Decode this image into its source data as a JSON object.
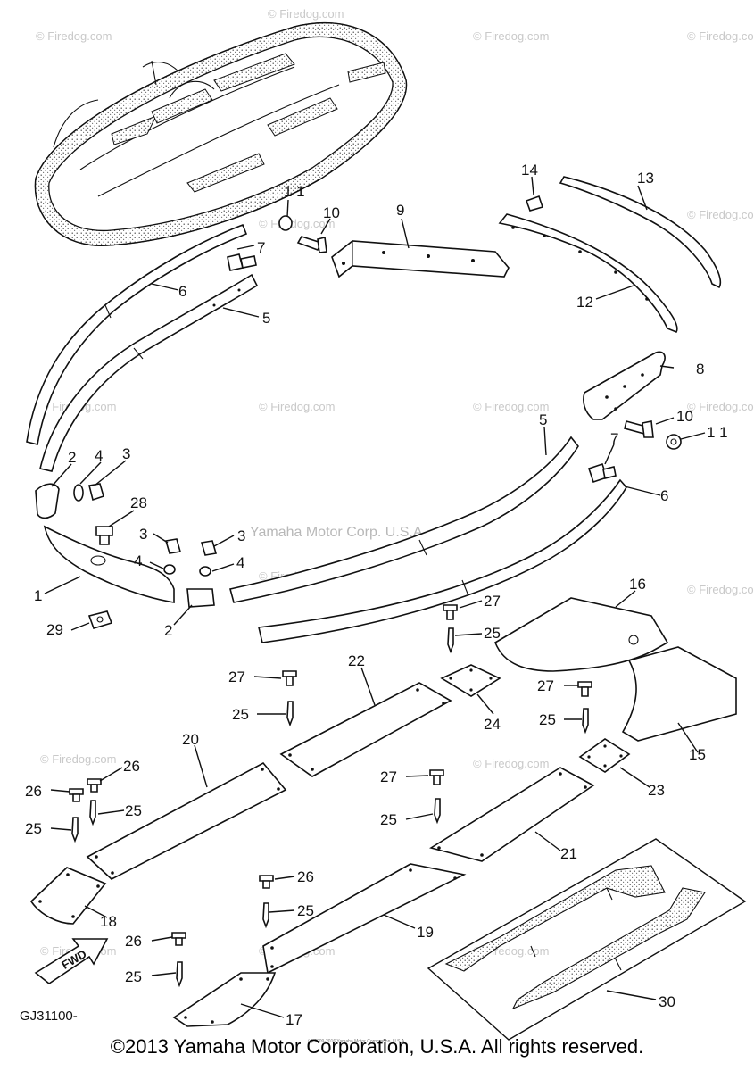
{
  "drawing_code": "GJ31100-",
  "center_watermark": "Yamaha Motor Corp. U.S.A.",
  "watermark_text": "© Firedog.com",
  "fwd_label": "FWD",
  "copyright": "©2013 Yamaha Motor Corporation, U.S.A. All rights reserved.",
  "small_print": "(c) 2009-2016 Yamaha Motor Corporation, U.S.A.",
  "callouts": [
    {
      "id": "c1",
      "text": "1"
    },
    {
      "id": "c2a",
      "text": "2"
    },
    {
      "id": "c2b",
      "text": "2"
    },
    {
      "id": "c3a",
      "text": "3"
    },
    {
      "id": "c3b",
      "text": "3"
    },
    {
      "id": "c3c",
      "text": "3"
    },
    {
      "id": "c4a",
      "text": "4"
    },
    {
      "id": "c4b",
      "text": "4"
    },
    {
      "id": "c4c",
      "text": "4"
    },
    {
      "id": "c5a",
      "text": "5"
    },
    {
      "id": "c5b",
      "text": "5"
    },
    {
      "id": "c6a",
      "text": "6"
    },
    {
      "id": "c6b",
      "text": "6"
    },
    {
      "id": "c7a",
      "text": "7"
    },
    {
      "id": "c7b",
      "text": "7"
    },
    {
      "id": "c8",
      "text": "8"
    },
    {
      "id": "c9",
      "text": "9"
    },
    {
      "id": "c10a",
      "text": "10"
    },
    {
      "id": "c10b",
      "text": "10"
    },
    {
      "id": "c11a",
      "text": "1 1"
    },
    {
      "id": "c11b",
      "text": "1 1"
    },
    {
      "id": "c12",
      "text": "12"
    },
    {
      "id": "c13",
      "text": "13"
    },
    {
      "id": "c14",
      "text": "14"
    },
    {
      "id": "c15",
      "text": "15"
    },
    {
      "id": "c16",
      "text": "16"
    },
    {
      "id": "c17",
      "text": "17"
    },
    {
      "id": "c18",
      "text": "18"
    },
    {
      "id": "c19",
      "text": "19"
    },
    {
      "id": "c20",
      "text": "20"
    },
    {
      "id": "c21",
      "text": "21"
    },
    {
      "id": "c22",
      "text": "22"
    },
    {
      "id": "c23",
      "text": "23"
    },
    {
      "id": "c24",
      "text": "24"
    },
    {
      "id": "c25a",
      "text": "25"
    },
    {
      "id": "c25b",
      "text": "25"
    },
    {
      "id": "c25c",
      "text": "25"
    },
    {
      "id": "c25d",
      "text": "25"
    },
    {
      "id": "c25e",
      "text": "25"
    },
    {
      "id": "c25f",
      "text": "25"
    },
    {
      "id": "c25g",
      "text": "25"
    },
    {
      "id": "c25h",
      "text": "25"
    },
    {
      "id": "c26a",
      "text": "26"
    },
    {
      "id": "c26b",
      "text": "26"
    },
    {
      "id": "c26c",
      "text": "26"
    },
    {
      "id": "c26d",
      "text": "26"
    },
    {
      "id": "c27a",
      "text": "27"
    },
    {
      "id": "c27b",
      "text": "27"
    },
    {
      "id": "c27c",
      "text": "27"
    },
    {
      "id": "c27d",
      "text": "27"
    },
    {
      "id": "c28",
      "text": "28"
    },
    {
      "id": "c29",
      "text": "29"
    },
    {
      "id": "c30",
      "text": "30"
    }
  ]
}
